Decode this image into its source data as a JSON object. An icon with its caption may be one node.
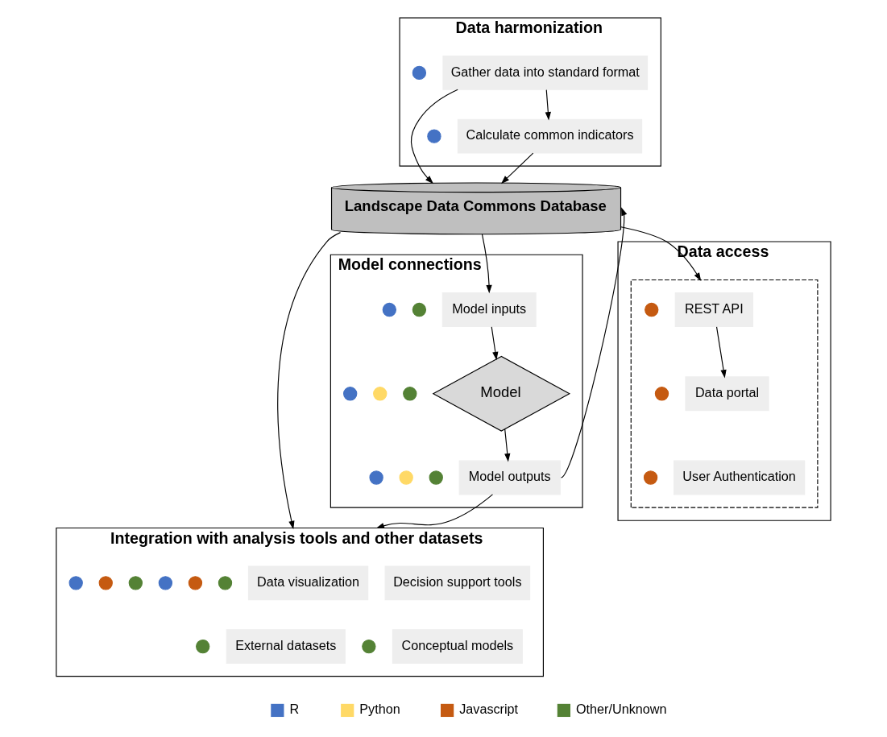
{
  "diagram": {
    "nodes": [
      {
        "text": [
          "Data harmonization"
        ]
      },
      {
        "text": [],
        "shape": "circle",
        "in": 0
      },
      {
        "text": [
          "Gather data into standard format"
        ],
        "in": 0
      },
      {
        "text": [],
        "shape": "circle",
        "in": 0
      },
      {
        "text": [
          "Calculate common indicators"
        ],
        "in": 0
      },
      {
        "text": [
          "Data access"
        ]
      },
      {
        "text": [],
        "shape": "box",
        "in": 5
      },
      {
        "text": [],
        "shape": "circle",
        "in": 6
      },
      {
        "text": [
          "REST API"
        ],
        "in": 6
      },
      {
        "text": [],
        "shape": "circle",
        "in": 6
      },
      {
        "text": [
          "Data portal"
        ],
        "in": 6
      },
      {
        "text": [],
        "shape": "circle",
        "in": 6
      },
      {
        "text": [
          "User Authentication"
        ],
        "in": 6
      },
      {
        "text": [
          "Landscape Data Commons Database"
        ]
      },
      {
        "text": [
          "Integration with analysis tools and other datasets"
        ]
      },
      {
        "text": [],
        "shape": "circle",
        "in": 14
      },
      {
        "text": [],
        "shape": "circle",
        "in": 14
      },
      {
        "text": [],
        "shape": "circle",
        "in": 14
      },
      {
        "text": [
          "Data visualization"
        ],
        "in": 14
      },
      {
        "text": [],
        "shape": "circle",
        "in": 14
      },
      {
        "text": [],
        "shape": "circle",
        "in": 14
      },
      {
        "text": [],
        "shape": "circle",
        "in": 14
      },
      {
        "text": [
          "Decision support tools"
        ],
        "in": 14
      },
      {
        "text": [],
        "shape": "circle",
        "in": 14
      },
      {
        "text": [
          "External datasets"
        ],
        "in": 14
      },
      {
        "text": [],
        "shape": "circle",
        "in": 14
      },
      {
        "text": [
          "Conceptual models"
        ],
        "in": 14
      },
      {
        "text": [
          "Model connections"
        ]
      },
      {
        "text": [],
        "shape": "circle",
        "in": 27
      },
      {
        "text": [],
        "shape": "circle",
        "in": 27
      },
      {
        "text": [
          "Model inputs"
        ],
        "in": 27
      },
      {
        "text": [
          "Model"
        ],
        "in": 27
      },
      {
        "text": [],
        "shape": "circle",
        "in": 27
      },
      {
        "text": [],
        "shape": "circle",
        "in": 27
      },
      {
        "text": [],
        "shape": "circle",
        "in": 27
      },
      {
        "text": [],
        "shape": "circle",
        "in": 27
      },
      {
        "text": [],
        "shape": "circle",
        "in": 27
      },
      {
        "text": [],
        "shape": "circle",
        "in": 27
      },
      {
        "text": [
          "Model outputs"
        ],
        "in": 27
      }
    ],
    "edges": [
      {
        "from": 2,
        "to": 4,
        "arrow": "to"
      },
      {
        "from": 2,
        "to": 13,
        "arrow": "to"
      },
      {
        "from": 4,
        "to": 13,
        "arrow": "to"
      },
      {
        "from": 13,
        "to": 6,
        "arrow": "to"
      },
      {
        "from": 8,
        "to": 10,
        "arrow": "to"
      },
      {
        "from": 13,
        "to": 14,
        "arrow": "to"
      },
      {
        "from": 13,
        "to": 30,
        "arrow": "to"
      },
      {
        "from": 30,
        "to": 31,
        "arrow": "to"
      },
      {
        "from": 31,
        "to": 38,
        "arrow": "to"
      },
      {
        "from": 38,
        "to": 14,
        "arrow": "to"
      },
      {
        "from": 38,
        "to": 13,
        "arrow": "to"
      }
    ],
    "legend": [
      {
        "text": "R",
        "color": "#4472c4"
      },
      {
        "text": "Python",
        "color": "#ffd966"
      },
      {
        "text": "Javascript",
        "color": "#c55a11"
      },
      {
        "text": "Other/Unknown",
        "color": "#548235"
      }
    ]
  }
}
